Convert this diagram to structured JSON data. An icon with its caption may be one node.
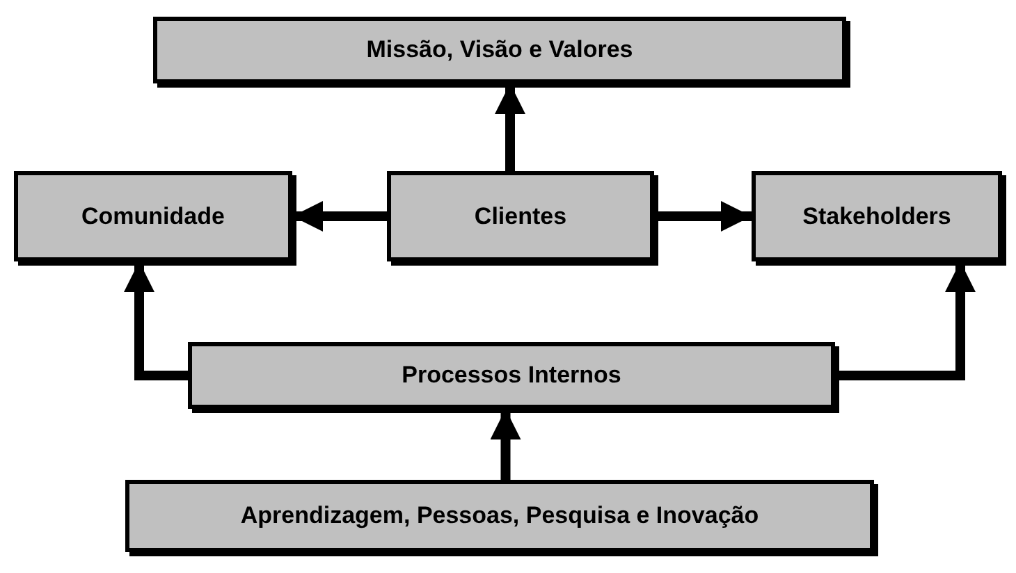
{
  "diagram": {
    "nodes": [
      {
        "text": [
          "Missão, Visão e Valores"
        ]
      },
      {
        "text": [
          "Comunidade"
        ]
      },
      {
        "text": [
          "Clientes"
        ]
      },
      {
        "text": [
          "Stakeholders"
        ]
      },
      {
        "text": [
          "Processos Internos"
        ]
      },
      {
        "text": [
          "Aprendizagem, Pessoas, Pesquisa e Inovação"
        ]
      }
    ],
    "edges": [
      {
        "from": 2,
        "to": 0,
        "arrow": "to"
      },
      {
        "from": 2,
        "to": 1,
        "arrow": "to"
      },
      {
        "from": 2,
        "to": 3,
        "arrow": "to"
      },
      {
        "from": 4,
        "to": 1,
        "arrow": "to"
      },
      {
        "from": 4,
        "to": 3,
        "arrow": "to"
      },
      {
        "from": 5,
        "to": 4,
        "arrow": "to"
      }
    ]
  }
}
